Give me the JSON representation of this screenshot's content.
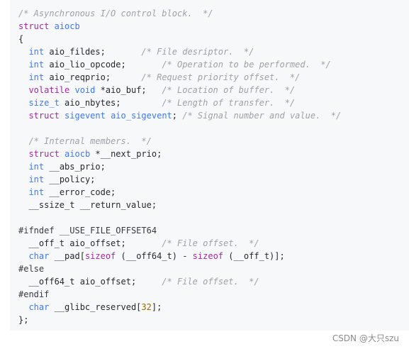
{
  "code": {
    "lines": [
      "/* Asynchronous I/O control block.  */",
      "struct aiocb",
      "{",
      "  int aio_fildes;       /* File desriptor.  */",
      "  int aio_lio_opcode;       /* Operation to be performed.  */",
      "  int aio_reqprio;      /* Request priority offset.  */",
      "  volatile void *aio_buf;   /* Location of buffer.  */",
      "  size_t aio_nbytes;        /* Length of transfer.  */",
      "  struct sigevent aio_sigevent; /* Signal number and value.  */",
      "",
      "  /* Internal members.  */",
      "  struct aiocb *__next_prio;",
      "  int __abs_prio;",
      "  int __policy;",
      "  int __error_code;",
      "  __ssize_t __return_value;",
      "",
      "#ifndef __USE_FILE_OFFSET64",
      "  __off_t aio_offset;       /* File offset.  */",
      "  char __pad[sizeof (__off64_t) - sizeof (__off_t)];",
      "#else",
      "  __off64_t aio_offset;     /* File offset.  */",
      "#endif",
      "  char __glibc_reserved[32];",
      "};"
    ]
  },
  "watermark": {
    "text": "CSDN @大只szu"
  },
  "colors": {
    "background": "#f6f8fa",
    "keyword": "#a626a4",
    "type": "#4078f2",
    "comment": "#a0a1a7"
  }
}
